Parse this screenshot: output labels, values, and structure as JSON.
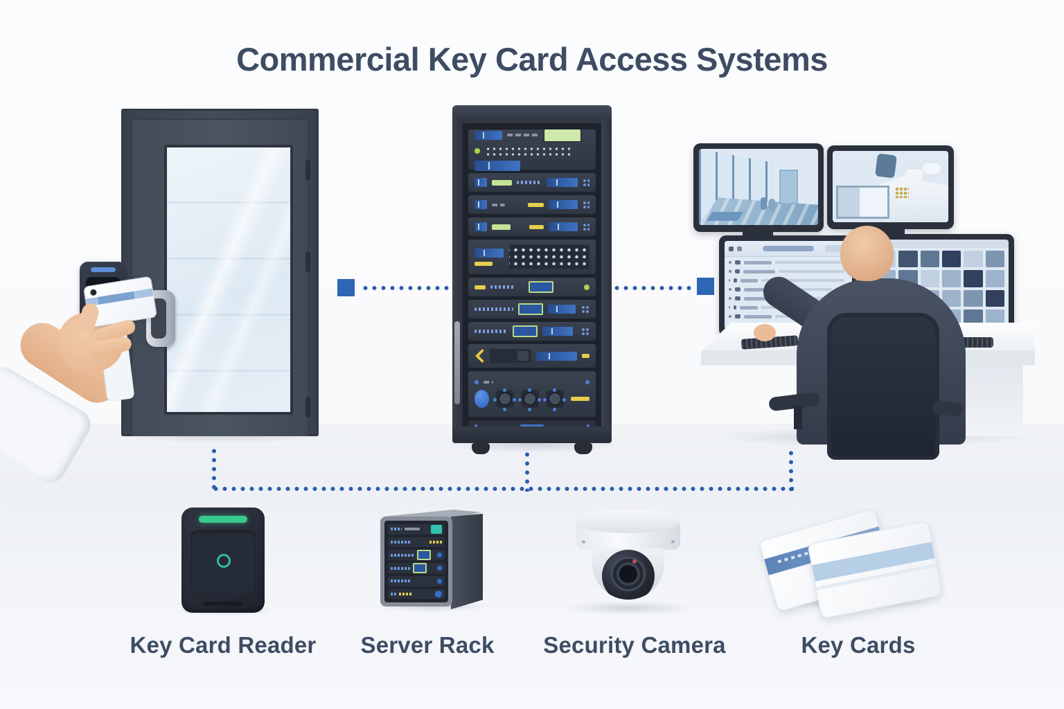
{
  "title": "Commercial Key Card Access Systems",
  "colors": {
    "connector_blue": "#2A5CAD",
    "node_square_blue": "#2D66B4",
    "title_text": "#3E4C63",
    "reader_led_green": "#37C98F",
    "background": "#FBFCFE"
  },
  "legend": {
    "items": [
      {
        "label": "Key Card Reader",
        "icon": "key-card-reader-icon"
      },
      {
        "label": "Server Rack",
        "icon": "server-rack-icon"
      },
      {
        "label": "Security Camera",
        "icon": "security-camera-icon"
      },
      {
        "label": "Key Cards",
        "icon": "key-cards-icon"
      }
    ]
  }
}
